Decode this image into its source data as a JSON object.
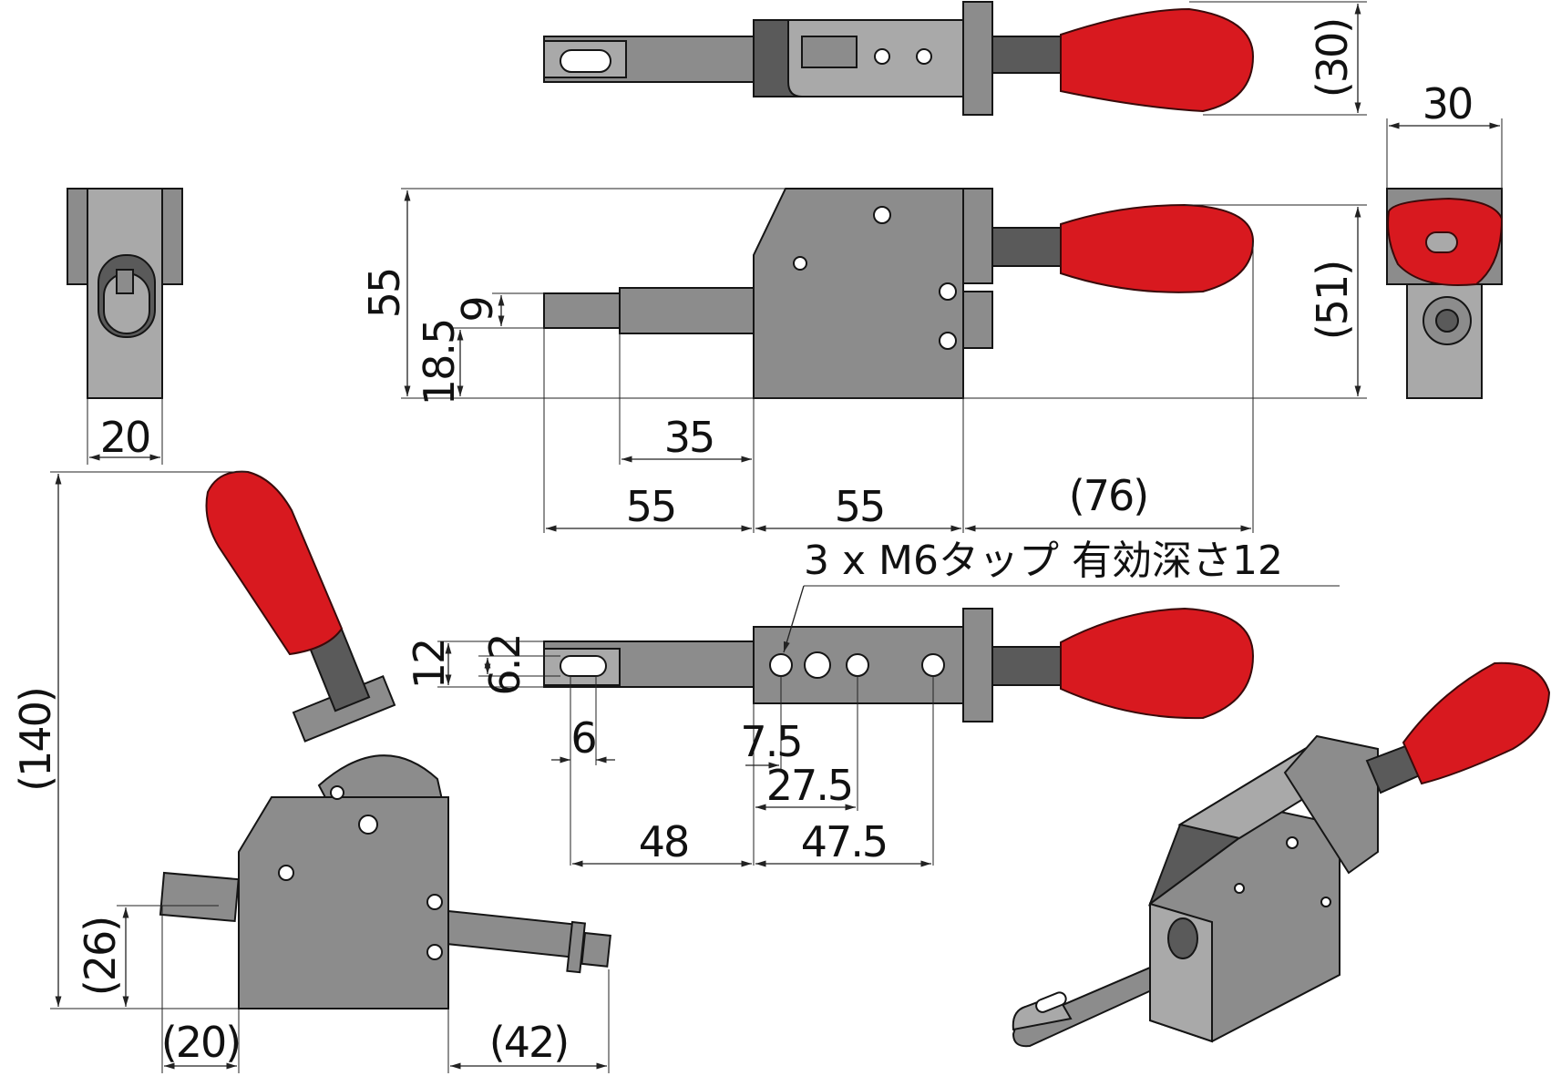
{
  "dimensions": {
    "top_height": "(30)",
    "end_width": "30",
    "left_width": "20",
    "front_height_55": "55",
    "front_9": "9",
    "front_18_5": "18.5",
    "front_51": "(51)",
    "front_35": "35",
    "front_55_a": "55",
    "front_55_b": "55",
    "front_76": "(76)",
    "bottom_12": "12",
    "bottom_6_2": "6.2",
    "bottom_6": "6",
    "bottom_7_5": "7.5",
    "bottom_27_5": "27.5",
    "bottom_48": "48",
    "bottom_47_5": "47.5",
    "open_140": "(140)",
    "open_26": "(26)",
    "open_20": "(20)",
    "open_42": "(42)"
  },
  "notes": {
    "tap_note": "3 x M6タップ 有効深さ12"
  },
  "colors": {
    "handle": "#d8191f",
    "body": "#8c8c8c",
    "line": "#222222"
  }
}
